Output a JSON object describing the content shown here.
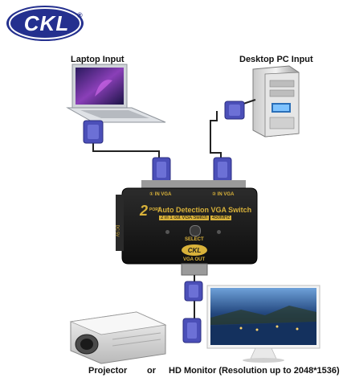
{
  "brand": {
    "logo_text": "CKL",
    "registered_mark": "®"
  },
  "labels": {
    "laptop_input": "Laptop Input",
    "desktop_input": "Desktop PC Input"
  },
  "device": {
    "port_1_label": "① IN VGA",
    "port_2_label": "② IN VGA",
    "port_badge_number": "2",
    "port_badge_text": "PORT",
    "title": "Auto Detection VGA Switch",
    "subtitle_1": "2 in 1 out VGA Switch",
    "subtitle_2": "450MHz",
    "select_label": "SELECT",
    "logo_text": "CKL",
    "vga_out_label": "VGA OUT",
    "side_label": "DC 5V"
  },
  "bottom_captions": {
    "projector": "Projector",
    "or": "or",
    "monitor": "HD Monitor (Resolution up to 2048*1536)"
  },
  "colors": {
    "logo_blue": "#24308f",
    "switch_body": "#1a1a1a",
    "switch_text": "#d9b23a",
    "vga_connector": "#4b4fb8",
    "cable": "#222222"
  }
}
